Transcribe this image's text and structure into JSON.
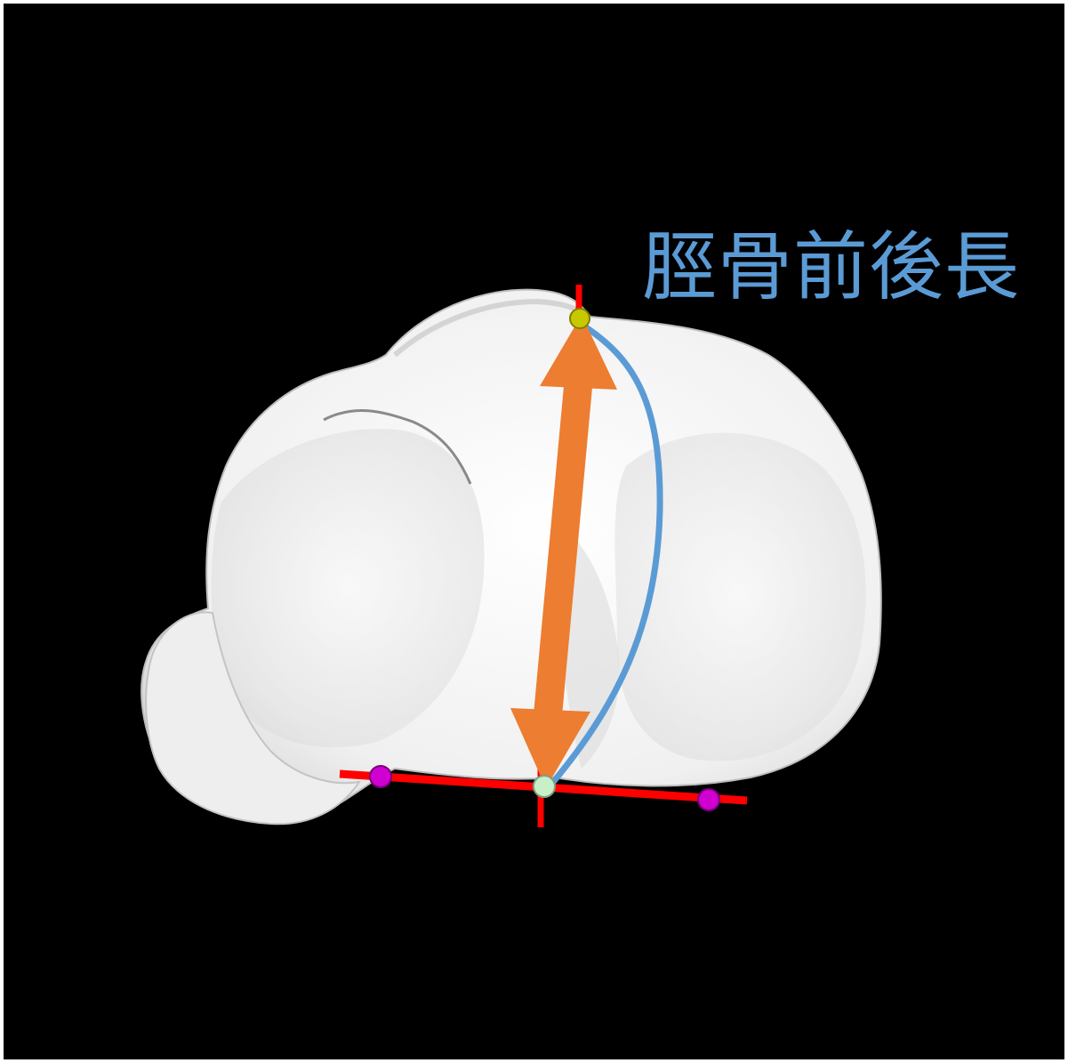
{
  "annotation": {
    "label": "脛骨前後長"
  },
  "colors": {
    "background": "#000000",
    "bone": "#f2f2f2",
    "label": "#5b9bd5",
    "arrow": "#ed7d31",
    "curve": "#5b9bd5",
    "axis_lines": "#ff0000",
    "landmark_side_points": "#d000d0",
    "landmark_center_point": "#c8f0c8",
    "landmark_top_point": "#c8c800"
  },
  "icons": {
    "bone": "tibia-surface-render",
    "arrow": "double-headed-arrow",
    "landmarks": "landmark-sphere"
  }
}
